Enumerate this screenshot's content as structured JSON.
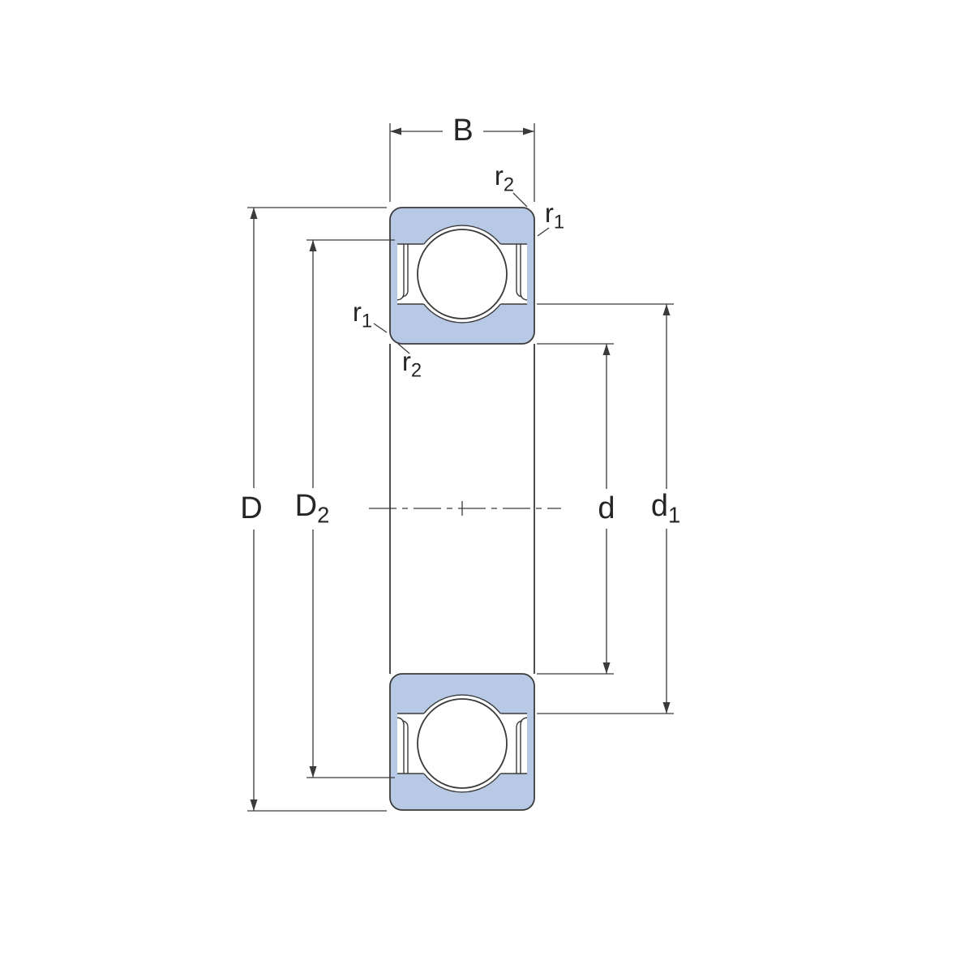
{
  "diagram": {
    "labels": {
      "width": "B",
      "outer_diameter": "D",
      "recess_diameter": {
        "main": "D",
        "sub": "2"
      },
      "bore_diameter": "d",
      "shoulder_diameter": {
        "main": "d",
        "sub": "1"
      },
      "chamfer_r1": {
        "main": "r",
        "sub": "1"
      },
      "chamfer_r2": {
        "main": "r",
        "sub": "2"
      }
    },
    "colors": {
      "bearing_fill": "#b7c9e4",
      "line": "#3a3a3a",
      "background": "#ffffff"
    }
  }
}
